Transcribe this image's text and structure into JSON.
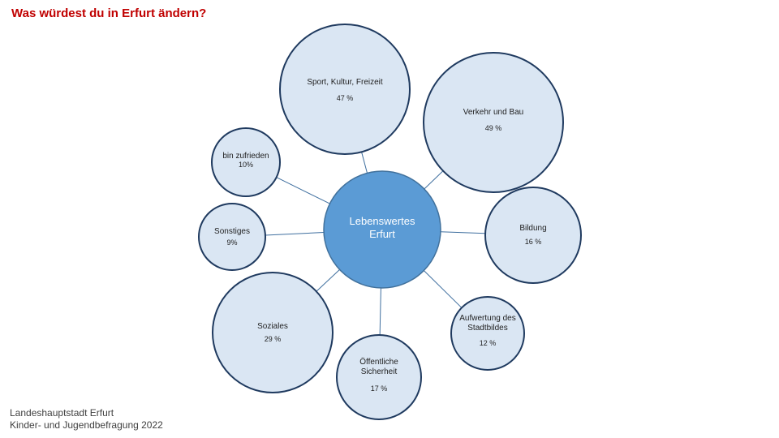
{
  "header": {
    "title": "Was würdest du in Erfurt ändern?"
  },
  "footer": {
    "line1": "Landeshauptstadt Erfurt",
    "line2": "Kinder- und Jugendbefragung 2022"
  },
  "diagram": {
    "center": {
      "label_lines": [
        "Lebenswertes",
        "Erfurt"
      ]
    },
    "bubbles": [
      {
        "id": "sport",
        "label_lines": [
          "Sport, Kultur, Freizeit"
        ],
        "value": "47 %"
      },
      {
        "id": "verkehr",
        "label_lines": [
          "Verkehr und Bau"
        ],
        "value": "49 %"
      },
      {
        "id": "zufrieden",
        "label_lines": [
          "bin zufrieden"
        ],
        "value": "10%"
      },
      {
        "id": "sonstiges",
        "label_lines": [
          "Sonstiges"
        ],
        "value": "9%"
      },
      {
        "id": "bildung",
        "label_lines": [
          "Bildung"
        ],
        "value": "16 %"
      },
      {
        "id": "soziales",
        "label_lines": [
          "Soziales"
        ],
        "value": "29 %"
      },
      {
        "id": "sicherheit",
        "label_lines": [
          "Öffentliche",
          "Sicherheit"
        ],
        "value": "17 %"
      },
      {
        "id": "stadtbild",
        "label_lines": [
          "Aufwertung des",
          "Stadtbildes"
        ],
        "value": "12 %"
      }
    ]
  },
  "colors": {
    "title": "#c00000",
    "center_fill": "#5b9bd5",
    "bubble_fill": "#dae6f3",
    "stroke": "#1f3a5f",
    "connector": "#3f6f9f"
  }
}
